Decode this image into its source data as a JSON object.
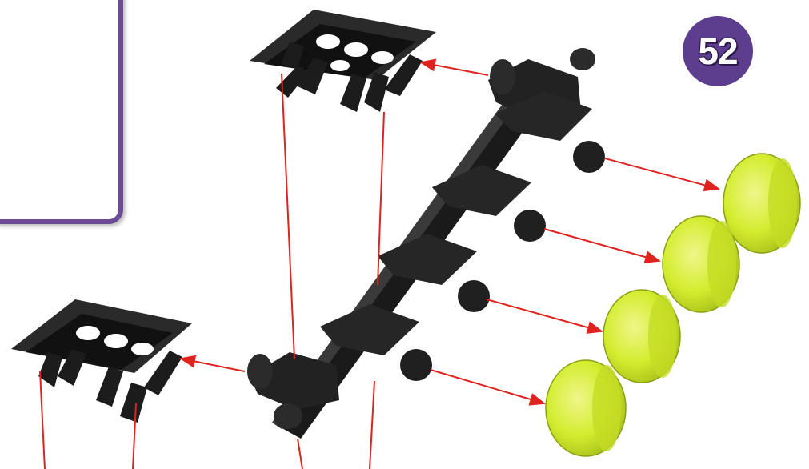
{
  "step": {
    "number": "52"
  },
  "colors": {
    "frame": "#6b4a96",
    "badge": "#5c3d8e",
    "part_black": "#1e1e1e",
    "part_yellow": "#d4ec2e",
    "arrow": "#e0221f"
  },
  "parts": {
    "beam": {
      "icon": "black-axle-beam-with-connectors",
      "count": 1
    },
    "corner_connector": {
      "icon": "black-angled-panel-connector",
      "count": 2
    },
    "wheel": {
      "icon": "yellow-translucent-wheel",
      "count": 4
    }
  }
}
